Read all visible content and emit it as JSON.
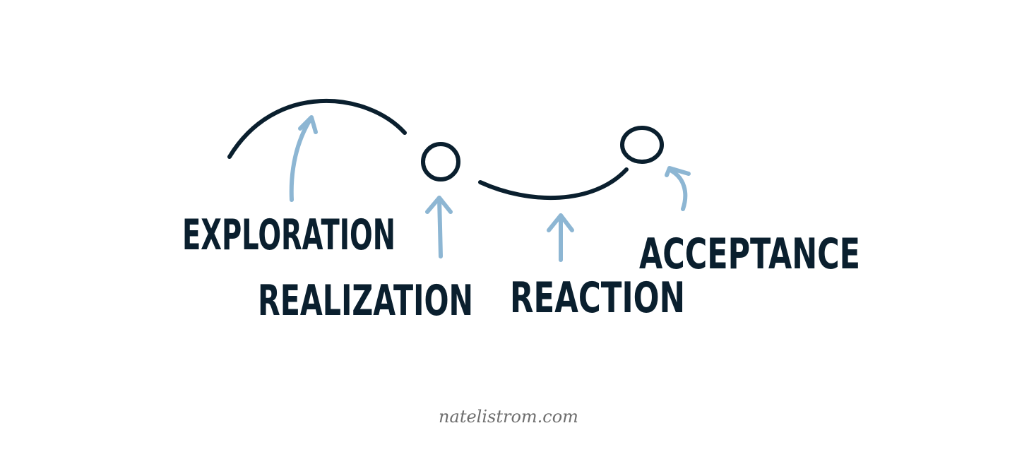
{
  "labels": {
    "exploration": "EXPLORATION",
    "realization": "REALIZATION",
    "reaction": "REACTION",
    "acceptance": "ACCEPTANCE"
  },
  "footer": {
    "credit": "natelistrom.com"
  },
  "colors": {
    "ink": "#0a1f2e",
    "arrow": "#8db6d3",
    "credit": "#6e6e6e",
    "background": "#ffffff"
  }
}
